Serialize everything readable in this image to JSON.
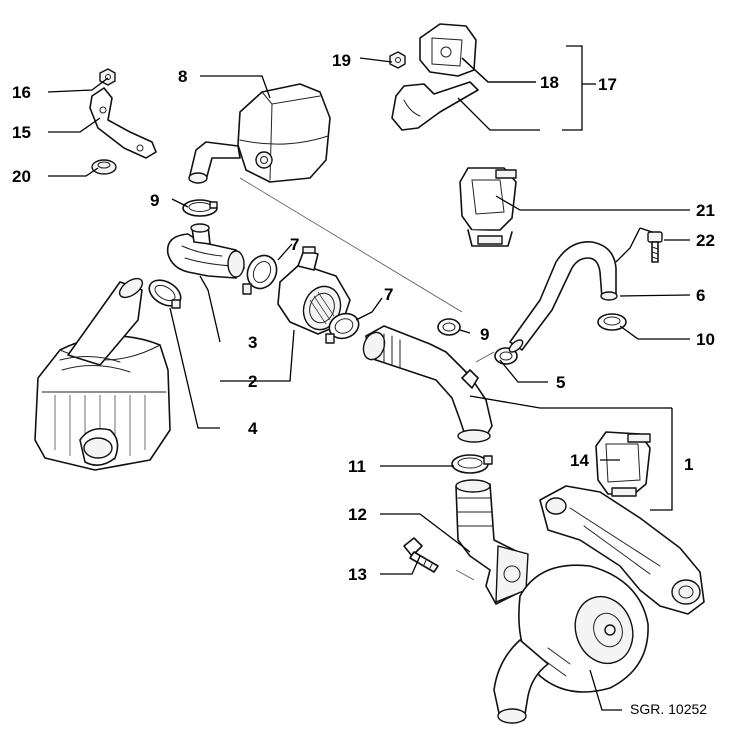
{
  "callouts": {
    "c1": "1",
    "c2": "2",
    "c3": "3",
    "c4": "4",
    "c5": "5",
    "c6": "6",
    "c7a": "7",
    "c7b": "7",
    "c8": "8",
    "c9a": "9",
    "c9b": "9",
    "c10": "10",
    "c11": "11",
    "c12": "12",
    "c13": "13",
    "c14": "14",
    "c15": "15",
    "c16": "16",
    "c17": "17",
    "c18": "18",
    "c19": "19",
    "c20": "20",
    "c21": "21",
    "c22": "22"
  },
  "reference": "SGR. 10252"
}
